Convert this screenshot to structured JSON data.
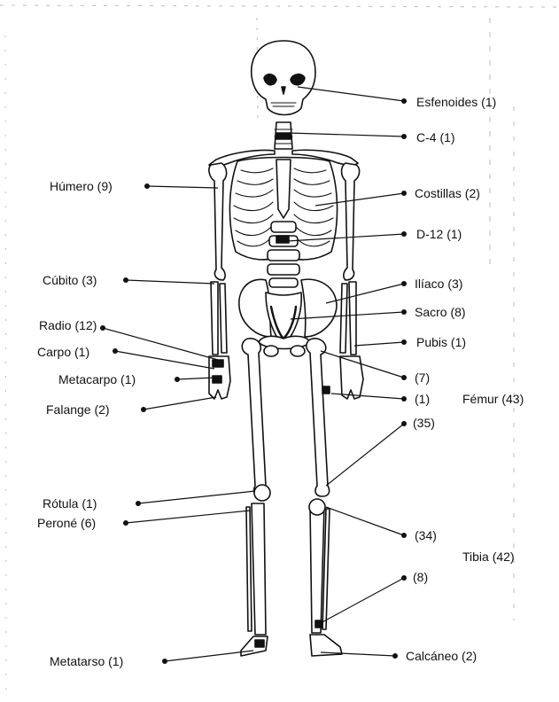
{
  "labels": {
    "esfenoides": "Esfenoides (1)",
    "c4": "C-4 (1)",
    "humero": "Húmero (9)",
    "costillas": "Costillas (2)",
    "d12": "D-12 (1)",
    "cubito": "Cúbito (3)",
    "iliaco": "Ilíaco (3)",
    "radio": "Radio (12)",
    "sacro": "Sacro (8)",
    "carpo": "Carpo (1)",
    "pubis": "Pubis (1)",
    "metacarpo": "Metacarpo (1)",
    "femur_7": "(7)",
    "femur_1": "(1)",
    "femur": "Fémur (43)",
    "falange": "Falange (2)",
    "femur_35": "(35)",
    "rotula": "Rótula (1)",
    "perone": "Peroné (6)",
    "tibia_34": "(34)",
    "tibia": "Tibia (42)",
    "tibia_8": "(8)",
    "metatarso": "Metatarso (1)",
    "calcaneo": "Calcáneo (2)"
  },
  "colors": {
    "ink": "#111111",
    "paper": "#ffffff"
  }
}
